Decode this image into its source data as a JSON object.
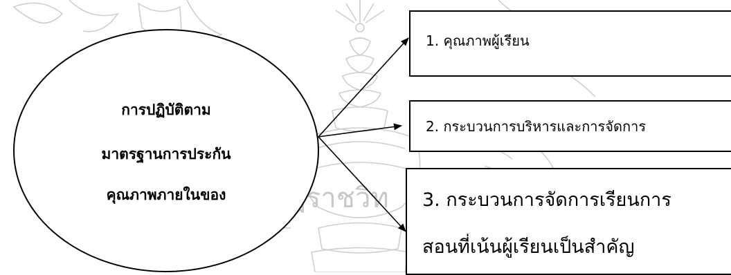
{
  "oval": {
    "lines": [
      "การปฏิบัติตาม",
      "มาตรฐานการประกัน",
      "คุณภาพภายในของ"
    ]
  },
  "boxes": [
    {
      "lines": [
        "1. คุณภาพผู้เรียน"
      ]
    },
    {
      "lines": [
        "2. กระบวนการบริหารและการจัดการ"
      ]
    },
    {
      "lines": [
        "3. กระบวนการจัดการเรียนการ",
        "สอนที่เน้นผู้เรียนเป็นสำคัญ"
      ]
    }
  ],
  "watermark": {
    "text": "ฏราชวิท",
    "color": "#c8c8c8"
  }
}
